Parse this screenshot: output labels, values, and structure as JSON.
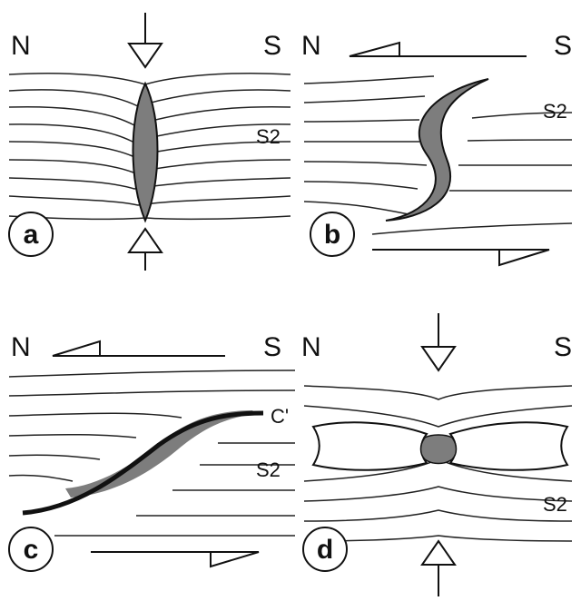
{
  "panels": {
    "a": {
      "letter": "a",
      "north": "N",
      "south": "S",
      "foliation": "S2"
    },
    "b": {
      "letter": "b",
      "north": "N",
      "south": "S",
      "foliation": "S2"
    },
    "c": {
      "letter": "c",
      "north": "N",
      "south": "S",
      "foliation": "S2",
      "shear_band": "C'"
    },
    "d": {
      "letter": "d",
      "north": "N",
      "south": "S",
      "foliation": "S2"
    }
  },
  "colors": {
    "ink": "#111111",
    "porphyroblast_fill": "#7d7d7d",
    "lines": "#222222"
  }
}
